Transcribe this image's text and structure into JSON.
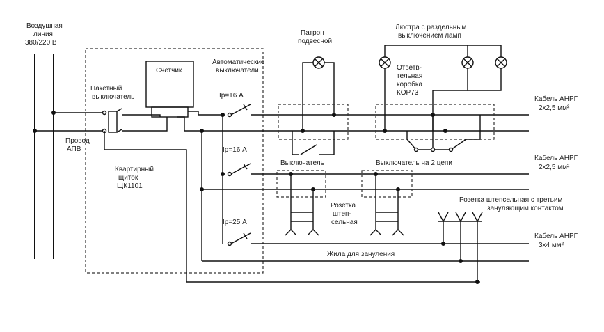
{
  "labels": {
    "overhead_line_1": "Воздушная",
    "overhead_line_2": "линия",
    "overhead_line_3": "380/220 В",
    "meter": "Счетчик",
    "package_switch_1": "Пакетный",
    "package_switch_2": "выключатель",
    "wire_apv_1": "Провод",
    "wire_apv_2": "АПВ",
    "panel_1": "Квартирный",
    "panel_2": "щиток",
    "panel_3": "ЩК1101",
    "auto_breakers_1": "Автоматические",
    "auto_breakers_2": "выключатели",
    "breaker_1": "Iр=16 А",
    "breaker_2": "Iр=16 А",
    "breaker_3": "Iр=25 А",
    "pendant_1": "Патрон",
    "pendant_2": "подвесной",
    "chandelier_1": "Люстра с раздельным",
    "chandelier_2": "выключением ламп",
    "junction_1": "Ответв-",
    "junction_2": "тельная",
    "junction_3": "коробка",
    "junction_4": "КОР73",
    "cable_1a": "Кабель АНРГ",
    "cable_1b": "2х2,5 мм²",
    "switch_1": "Выключатель",
    "switch_2": "Выключатель на 2 цепи",
    "cable_2a": "Кабель АНРГ",
    "cable_2b": "2х2,5 мм²",
    "socket_1": "Розетка",
    "socket_2": "штеп-",
    "socket_3": "сельная",
    "socket_ground_1": "Розетка штепсельная с третьим",
    "socket_ground_2": "зануляющим контактом",
    "cable_3a": "Кабель АНРГ",
    "cable_3b": "3х4 мм²",
    "ground_wire": "Жила для зануления"
  }
}
